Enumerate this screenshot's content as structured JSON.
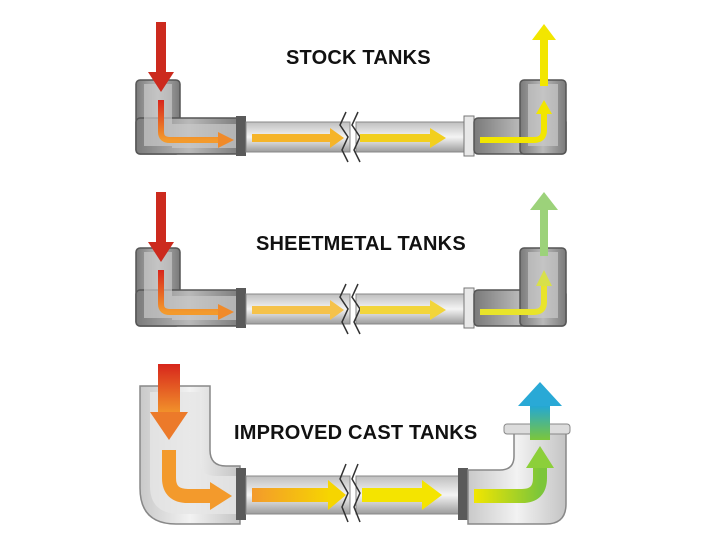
{
  "diagrams": [
    {
      "title": "STOCK TANKS",
      "inlet_color": "#cc2a1e",
      "outlet_color": "#f2e600"
    },
    {
      "title": "SHEETMETAL TANKS",
      "inlet_color": "#cc2a1e",
      "outlet_color": "#9cd27a"
    },
    {
      "title": "IMPROVED CAST TANKS",
      "inlet_color": "#e0542a",
      "outlet_color": "#29a9d6"
    }
  ],
  "colors": {
    "pipe_metal": "#8f8f8f",
    "pipe_light": "#d8d8d8",
    "arrow_orange": "#f08a2a",
    "arrow_yellow": "#f5d800",
    "arrow_green": "#8ccf3a"
  }
}
